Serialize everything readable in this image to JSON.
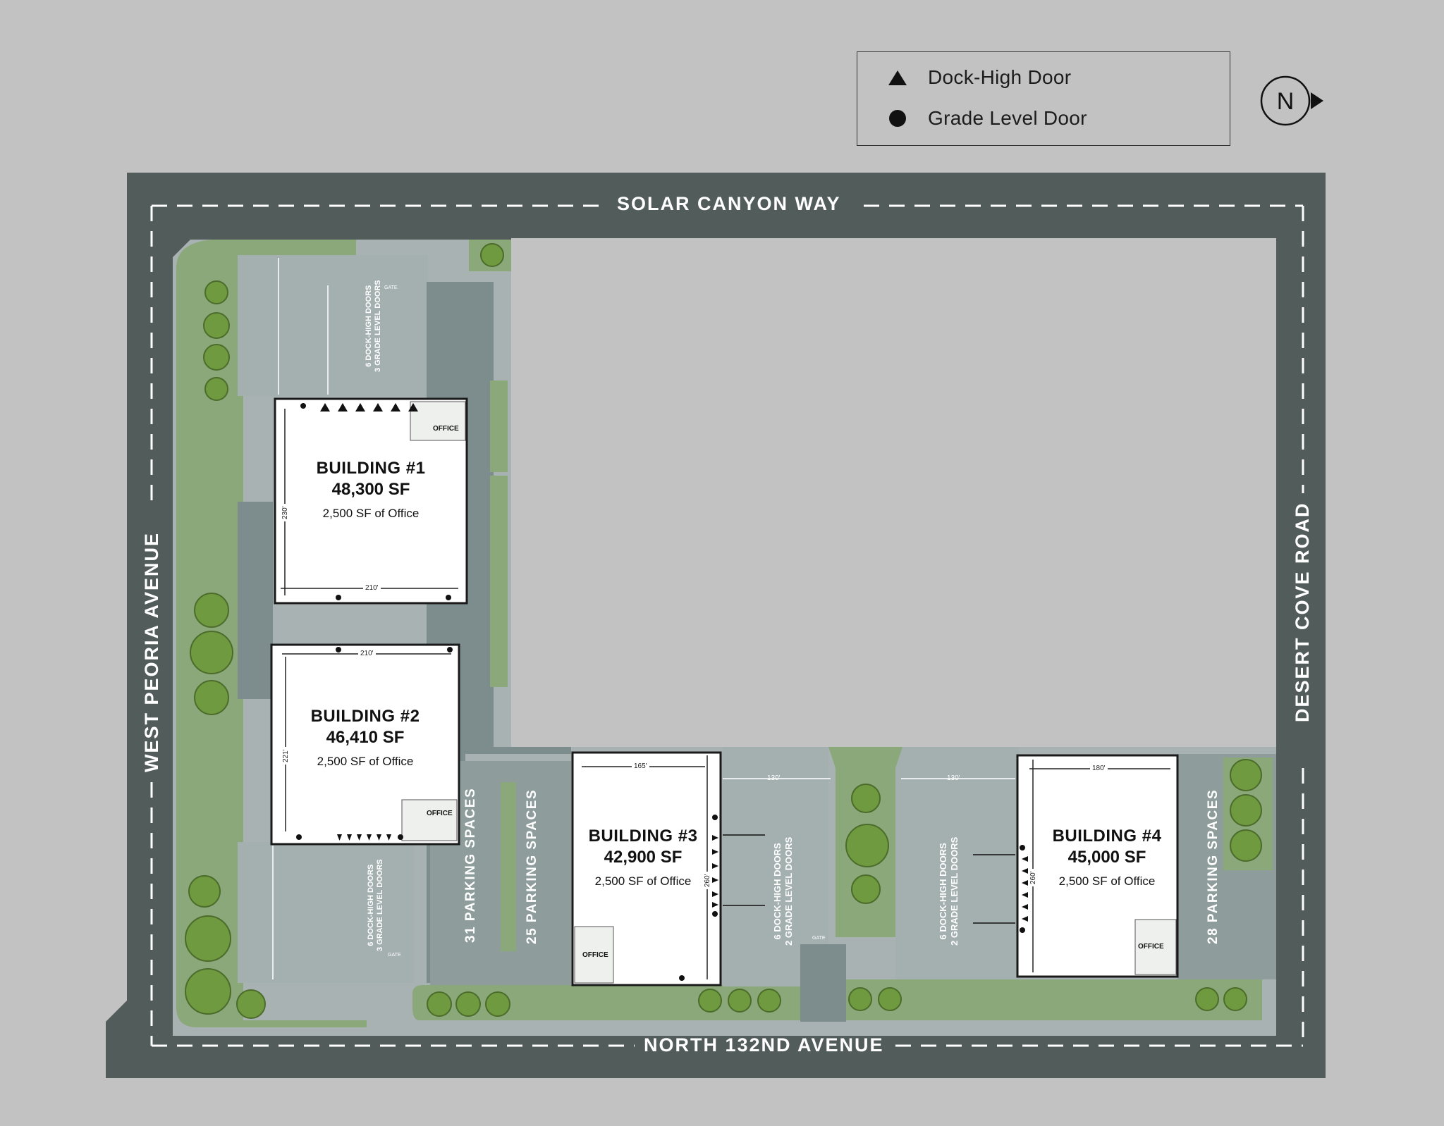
{
  "legend": {
    "dock_high_label": "Dock-High Door",
    "grade_level_label": "Grade Level Door"
  },
  "north_label": "N",
  "streets": {
    "north": "SOLAR CANYON WAY",
    "south": "NORTH 132ND AVENUE",
    "west": "WEST PEORIA AVENUE",
    "east": "DESERT COVE ROAD"
  },
  "buildings": [
    {
      "name": "BUILDING #1",
      "sf": "48,300 SF",
      "office": "2,500 SF of Office",
      "width": "210'",
      "depth": "230'",
      "doors_dock": "6 DOCK-HIGH DOORS",
      "doors_grade": "3 GRADE LEVEL DOORS",
      "office_tag": "OFFICE"
    },
    {
      "name": "BUILDING #2",
      "sf": "46,410 SF",
      "office": "2,500 SF of Office",
      "width": "210'",
      "depth": "221'",
      "doors_dock": "6 DOCK-HIGH DOORS",
      "doors_grade": "3 GRADE LEVEL DOORS",
      "office_tag": "OFFICE"
    },
    {
      "name": "BUILDING #3",
      "sf": "42,900 SF",
      "office": "2,500 SF of Office",
      "width": "165'",
      "depth": "260'",
      "doors_dock": "6 DOCK-HIGH DOORS",
      "doors_grade": "2 GRADE LEVEL DOORS",
      "office_tag": "OFFICE",
      "truck_court": "130'"
    },
    {
      "name": "BUILDING #4",
      "sf": "45,000 SF",
      "office": "2,500 SF of Office",
      "width": "180'",
      "depth": "260'",
      "doors_dock": "6 DOCK-HIGH DOORS",
      "doors_grade": "2 GRADE LEVEL DOORS",
      "office_tag": "OFFICE",
      "truck_court": "130'"
    }
  ],
  "parking": {
    "lot_a": "31 PARKING SPACES",
    "lot_b": "25 PARKING SPACES",
    "lot_c": "28 PARKING SPACES"
  },
  "gate_label": "GATE",
  "colors": {
    "background": "#c2c2c2",
    "road": "#525c5a",
    "landscape": "#8aa87a",
    "paving": "#a4b0b0",
    "drive": "#7d8c8c",
    "building": "#ffffff",
    "tree": "#6f9a3f"
  }
}
